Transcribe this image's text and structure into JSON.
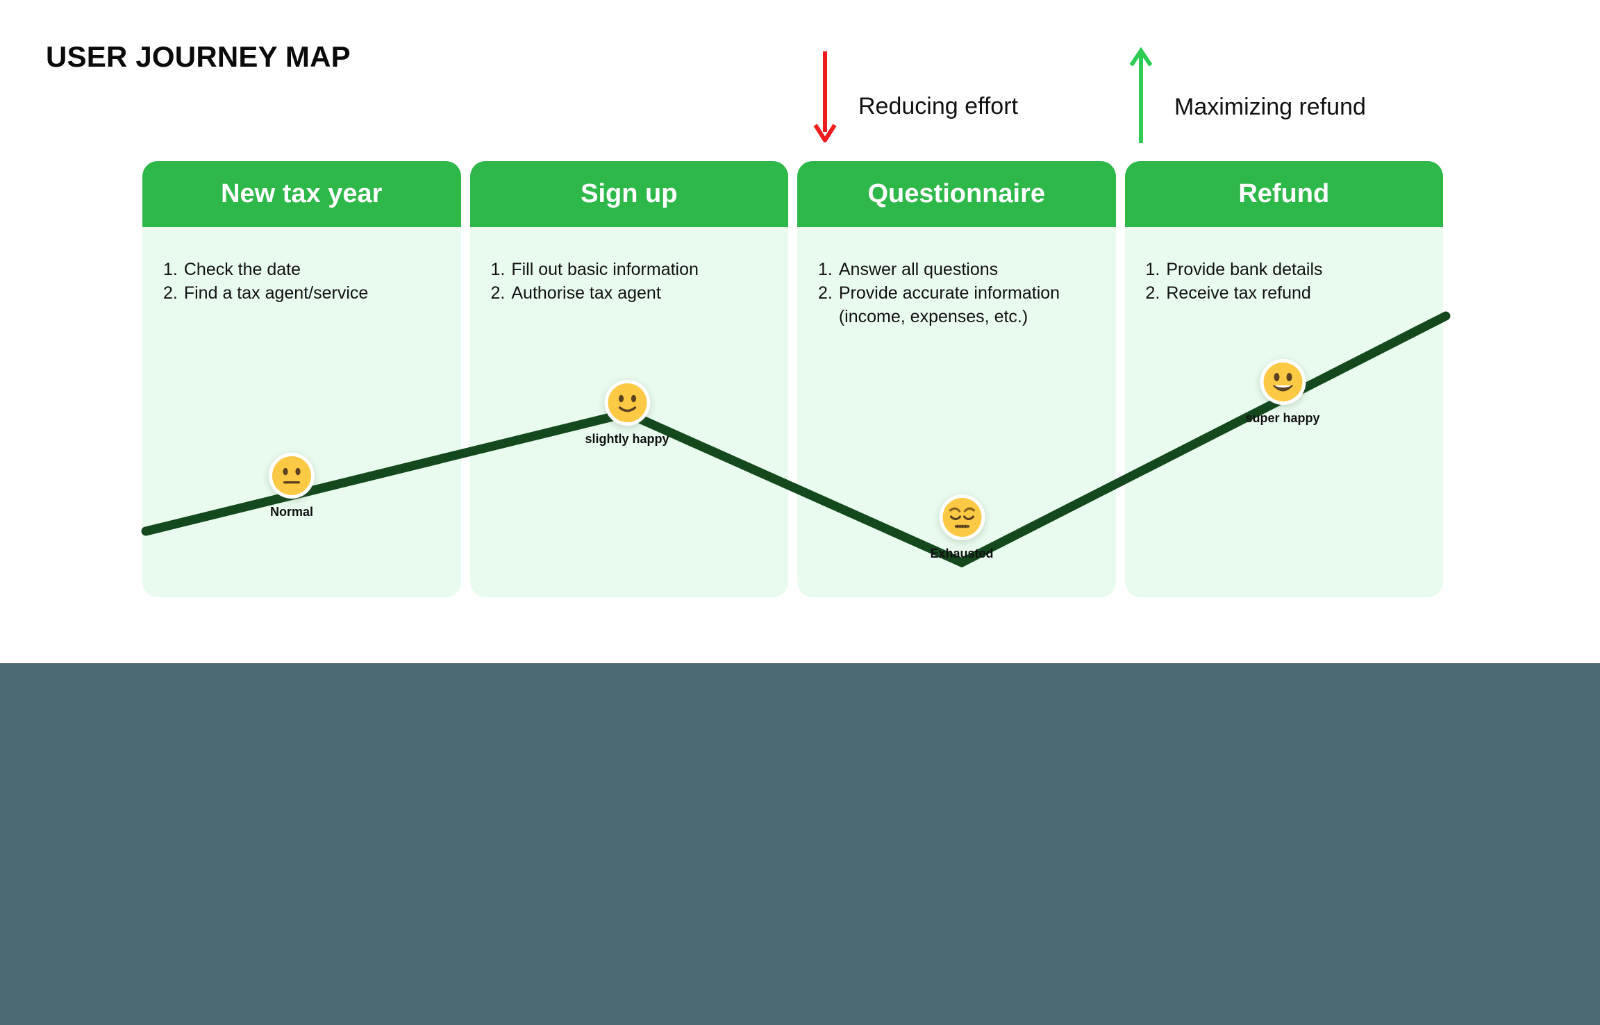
{
  "page": {
    "title": "USER JOURNEY MAP",
    "background_color": "#ffffff",
    "footer_band_color": "#4C6A72"
  },
  "annotations": [
    {
      "id": "reducing-effort",
      "label": "Reducing effort",
      "arrow_direction": "down",
      "arrow_color": "#EE1C1C"
    },
    {
      "id": "maximizing-refund",
      "label": "Maximizing refund",
      "arrow_direction": "up",
      "arrow_color": "#2ECC52"
    }
  ],
  "cards": [
    {
      "title": "New tax year",
      "steps": [
        {
          "num": "1.",
          "text": "Check the date"
        },
        {
          "num": "2.",
          "text": "Find a tax agent/service"
        }
      ]
    },
    {
      "title": "Sign up",
      "steps": [
        {
          "num": "1.",
          "text": "Fill out basic information"
        },
        {
          "num": "2.",
          "text": "Authorise tax agent"
        }
      ]
    },
    {
      "title": "Questionnaire",
      "steps": [
        {
          "num": "1.",
          "text": "Answer all questions"
        },
        {
          "num": "2.",
          "text": "Provide accurate information (income, expenses, etc.)"
        }
      ]
    },
    {
      "title": "Refund",
      "steps": [
        {
          "num": "1.",
          "text": "Provide bank details"
        },
        {
          "num": "2.",
          "text": "Receive tax refund"
        }
      ]
    }
  ],
  "theme": {
    "header_green": "#2FB84A",
    "card_body_green": "#E9FAEE",
    "line_green": "#14491E",
    "emoji_yellow": "#FCC944"
  },
  "chart_data": {
    "type": "line",
    "title": "User emotional journey",
    "categories": [
      "New tax year",
      "Sign up",
      "Questionnaire",
      "Refund"
    ],
    "mood_levels": [
      "Normal",
      "slightly happy",
      "Exhausted",
      "super happy"
    ],
    "values": [
      2,
      3,
      1,
      4
    ],
    "ylim": [
      1,
      4
    ],
    "grid": false,
    "legend": "none",
    "line_color": "#14491E",
    "points": [
      {
        "label": "Normal",
        "emoji": "neutral-face",
        "x": 420,
        "y": 700,
        "value": 2
      },
      {
        "label": "slightly happy",
        "emoji": "slightly-smiling-face",
        "x": 903,
        "y": 595,
        "value": 3
      },
      {
        "label": "Exhausted",
        "emoji": "tired-face",
        "x": 1385,
        "y": 760,
        "value": 1
      },
      {
        "label": "super happy",
        "emoji": "grinning-face",
        "x": 1847,
        "y": 565,
        "value": 4
      }
    ],
    "path": [
      {
        "x": 210,
        "y": 765
      },
      {
        "x": 903,
        "y": 595
      },
      {
        "x": 1385,
        "y": 810
      },
      {
        "x": 2082,
        "y": 455
      }
    ]
  }
}
